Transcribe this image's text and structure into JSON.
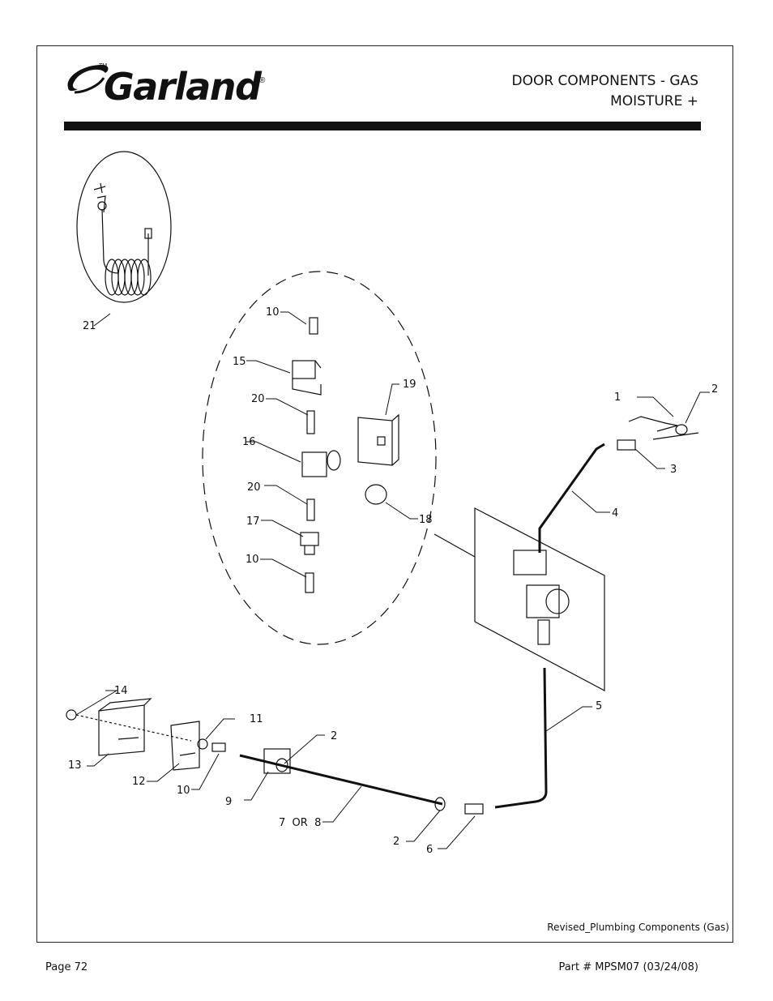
{
  "header": {
    "brand": "Garland",
    "trademark": "TM",
    "registered": "®",
    "title_line1": "DOOR COMPONENTS - GAS",
    "title_line2": "MOISTURE +"
  },
  "callouts": {
    "c1": "1",
    "c2a": "2",
    "c2b": "2",
    "c2c": "2",
    "c3": "3",
    "c4": "4",
    "c5": "5",
    "c6": "6",
    "c7or8": "7  OR  8",
    "c9": "9",
    "c10a": "10",
    "c10b": "10",
    "c10c": "10",
    "c11": "11",
    "c12": "12",
    "c13": "13",
    "c14": "14",
    "c15": "15",
    "c16": "16",
    "c17": "17",
    "c18": "18",
    "c19": "19",
    "c20a": "20",
    "c20b": "20",
    "c21": "21"
  },
  "caption": "Revised_Plumbing Components (Gas)",
  "footer": {
    "page": "Page 72",
    "part": "Part # MPSM07 (03/24/08)"
  }
}
